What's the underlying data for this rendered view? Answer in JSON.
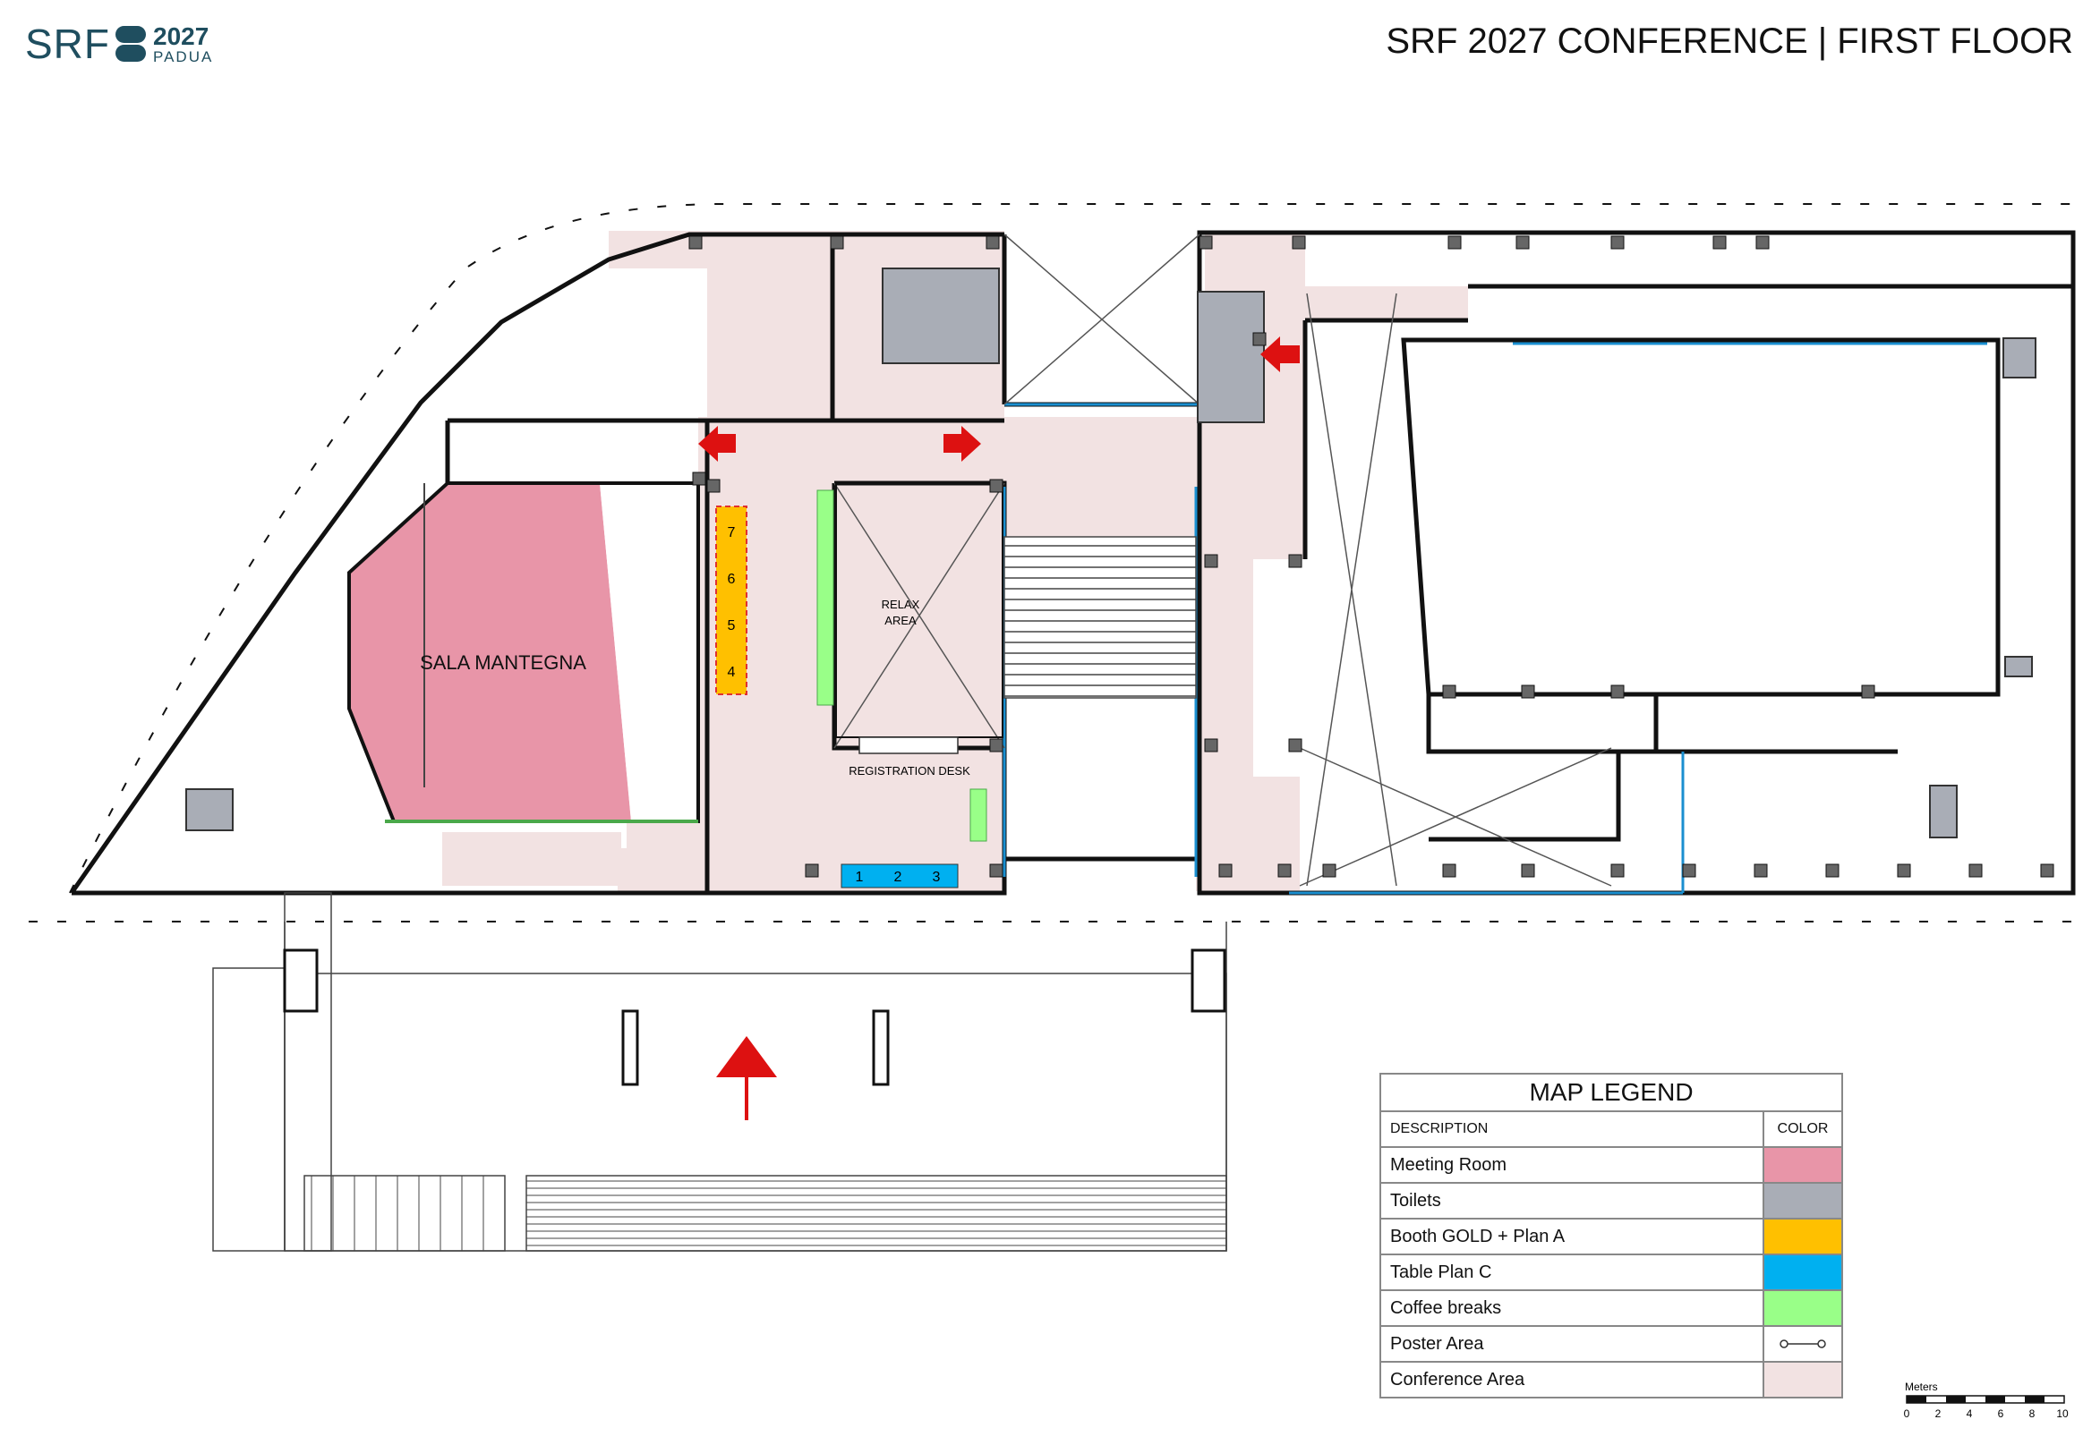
{
  "logo": {
    "brand": "SRF",
    "year": "2027",
    "city": "PADUA"
  },
  "title": "SRF 2027 CONFERENCE | FIRST FLOOR",
  "rooms": {
    "sala_mantegna": "SALA MANTEGNA",
    "relax_area": [
      "RELAX",
      "AREA"
    ],
    "registration_desk": "REGISTRATION DESK"
  },
  "booths_gold": [
    "7",
    "6",
    "5",
    "4"
  ],
  "tables_plan_c": [
    "1",
    "2",
    "3"
  ],
  "legend": {
    "title": "MAP LEGEND",
    "header": {
      "description": "DESCRIPTION",
      "color": "COLOR"
    },
    "items": [
      {
        "label": "Meeting Room",
        "color": "#e895a8"
      },
      {
        "label": "Toilets",
        "color": "#a9adb6"
      },
      {
        "label": "Booth GOLD + Plan A",
        "color": "#ffc000"
      },
      {
        "label": "Table Plan C",
        "color": "#00b0f0"
      },
      {
        "label": "Coffee breaks",
        "color": "#99ff88"
      },
      {
        "label": "Poster Area",
        "color": "",
        "symbol": "poster-line"
      },
      {
        "label": "Conference Area",
        "color": "#f2e2e2"
      }
    ]
  },
  "scale_bar": {
    "unit": "Meters",
    "ticks": [
      "0",
      "2",
      "4",
      "6",
      "8",
      "10"
    ]
  },
  "colors": {
    "brand": "#1f4e5f",
    "arrow": "#dd1111",
    "conference_area": "#f2e2e2",
    "meeting_room": "#e895a8",
    "toilets": "#a9adb6",
    "booth_gold": "#ffc000",
    "table_plan_c": "#00b0f0",
    "coffee_breaks": "#99ff88"
  }
}
